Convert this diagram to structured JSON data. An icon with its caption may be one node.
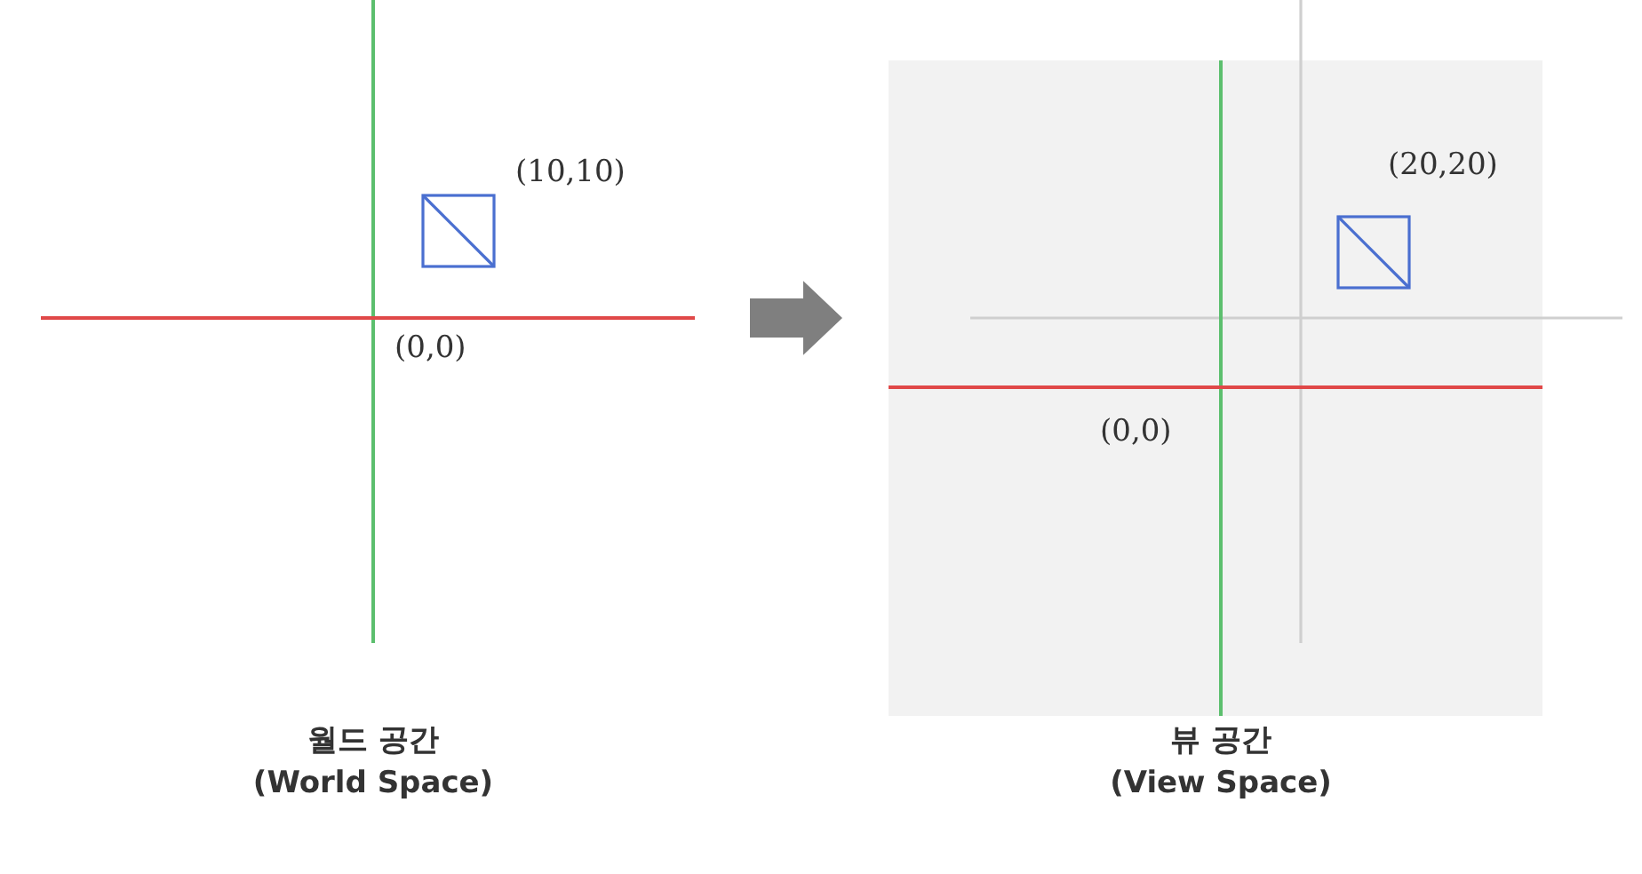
{
  "diagram": {
    "nodes": [
      {
        "text": [
          "월드 공간",
          "(World Space)"
        ]
      },
      {
        "text": [
          "뷰 공간",
          "(View Space)"
        ]
      }
    ],
    "edges": [
      {
        "from": 0,
        "to": 1,
        "arrow": "to",
        "style": "thick",
        "color": "#7f7f7f"
      }
    ],
    "labels": [
      "(10,10)",
      "(0,0)",
      "(20,20)",
      "(0,0)"
    ]
  }
}
